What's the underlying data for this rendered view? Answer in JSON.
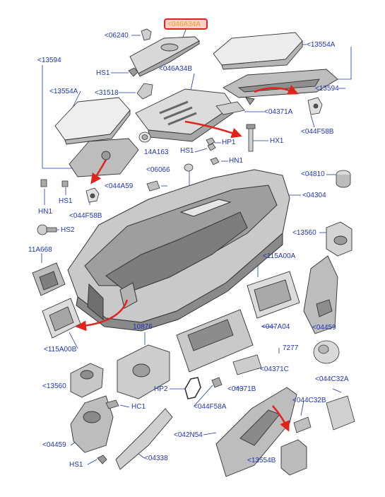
{
  "highlighted_part": "<046A34A",
  "labels": {
    "l06240": "<06240",
    "l13554A_top": "<13554A",
    "l13594_left": "<13594",
    "l13554A_left": "<13554A",
    "hs1_a": "HS1",
    "l31518": "<31518",
    "l046A34B": "<046A34B",
    "l13594_right": "<13594",
    "l04371A": "<04371A",
    "l044F58B_right": "<044F58B",
    "hp1": "HP1",
    "hx1": "HX1",
    "l14A163": "14A163",
    "hs1_b": "HS1",
    "hn1_a": "HN1",
    "l06066": "<06066",
    "l044A59": "<044A59",
    "l04810": "<04810",
    "l04304": "<04304",
    "hn1_b": "HN1",
    "hs1_c": "HS1",
    "l044F58B_left": "<044F58B",
    "hs2": "HS2",
    "l13560_right": "<13560",
    "l11A668": "11A668",
    "l115A00A": "<115A00A",
    "l115A00B": "<115A00B",
    "l10876": "10876",
    "l047A04": "<047A04",
    "l04459_right": "<04459",
    "l7277": "7277",
    "l04371C": "<04371C",
    "l13560_left": "<13560",
    "hp2": "HP2",
    "l04371B": "<04371B",
    "l044C32A": "<044C32A",
    "l044F58A": "<044F58A",
    "l044C32B": "<044C32B",
    "hc1": "HC1",
    "l04459_left": "<04459",
    "l042N54": "<042N54",
    "hs1_d": "HS1",
    "l04338": "<04338",
    "l13554B": "<13554B"
  }
}
